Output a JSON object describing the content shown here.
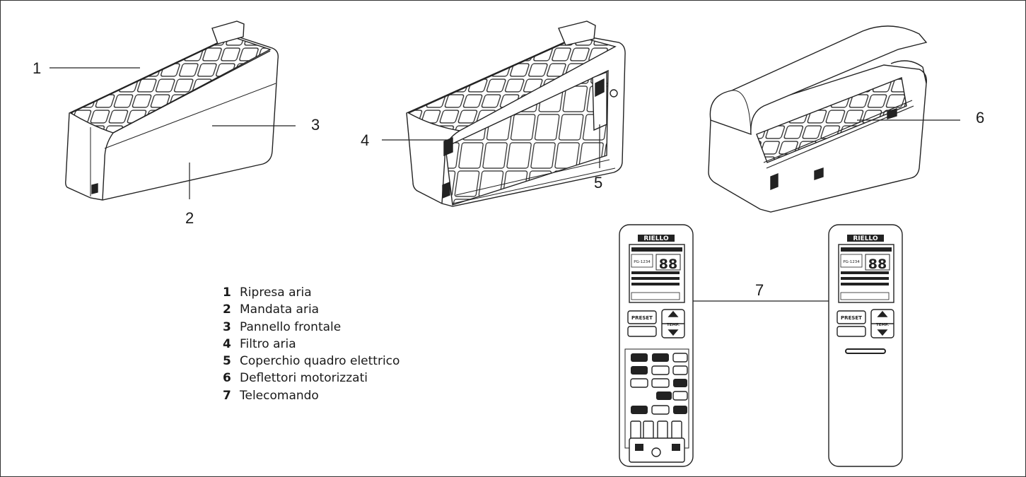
{
  "callouts": {
    "c1": "1",
    "c2": "2",
    "c3": "3",
    "c4": "4",
    "c5": "5",
    "c6": "6",
    "c7": "7"
  },
  "legend": {
    "items": [
      {
        "num": "1",
        "label": "Ripresa aria"
      },
      {
        "num": "2",
        "label": "Mandata aria"
      },
      {
        "num": "3",
        "label": "Pannello frontale"
      },
      {
        "num": "4",
        "label": "Filtro aria"
      },
      {
        "num": "5",
        "label": "Coperchio quadro elettrico"
      },
      {
        "num": "6",
        "label": "Deflettori motorizzati"
      },
      {
        "num": "7",
        "label": "Telecomando"
      }
    ]
  },
  "remote": {
    "brand": "RIELLO",
    "display_digits": "88",
    "display_code": "PG-1234",
    "preset_label": "PRESET",
    "temp_label": "TEMP."
  }
}
